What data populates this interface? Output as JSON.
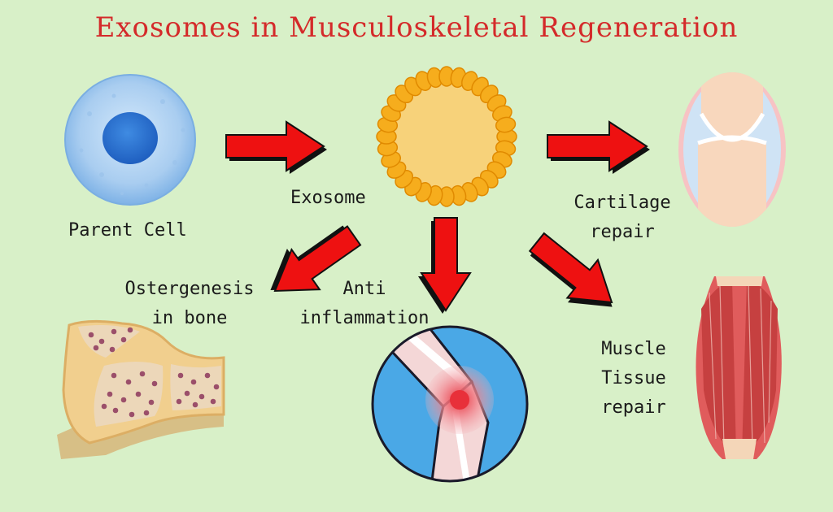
{
  "title": "Exosomes in Musculoskeletal Regeneration",
  "labels": {
    "parent_cell": "Parent Cell",
    "exosome": "Exosome",
    "cartilage": [
      "Cartilage",
      "repair"
    ],
    "osteogenesis": [
      "Ostergenesis",
      "in bone"
    ],
    "anti_inflammation": [
      "Anti",
      "inflammation"
    ],
    "muscle": [
      "Muscle",
      "Tissue",
      "repair"
    ]
  },
  "colors": {
    "background": "#d8f0c8",
    "title": "#d42a2a",
    "arrow": "#ee1111"
  }
}
